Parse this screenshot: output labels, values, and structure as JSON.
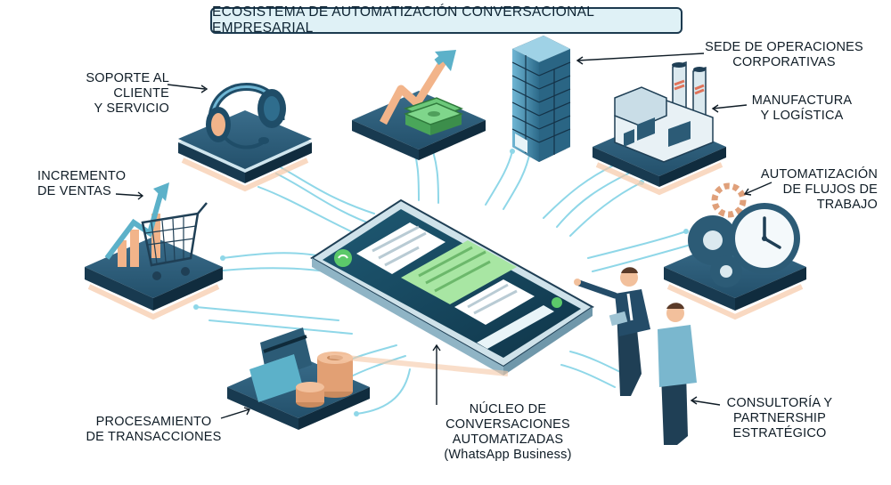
{
  "title": "ECOSISTEMA DE AUTOMATIZACIÓN CONVERSACIONAL EMPRESARIAL",
  "nodes": {
    "soporte": [
      "SOPORTE AL CLIENTE",
      "Y SERVICIO"
    ],
    "sede": [
      "SEDE DE OPERACIONES",
      "CORPORATIVAS"
    ],
    "manufactura": [
      "MANUFACTURA",
      "Y LOGÍSTICA"
    ],
    "ventas": [
      "INCREMENTO",
      "DE VENTAS"
    ],
    "flujos": [
      "AUTOMATIZACIÓN",
      "DE FLUJOS DE",
      "TRABAJO"
    ],
    "transacciones": [
      "PROCESAMIENTO",
      "DE TRANSACCIONES"
    ],
    "nucleo": [
      "NÚCLEO DE",
      "CONVERSACIONES",
      "AUTOMATIZADAS",
      "(WhatsApp Business)"
    ],
    "consultoria": [
      "CONSULTORÍA Y",
      "PARTNERSHIP",
      "ESTRATÉGICO"
    ]
  },
  "colors": {
    "platform": "#20455e",
    "platform_top": "#2f5f7c",
    "circuit": "#7fd3e6",
    "accent_green": "#5cc96a",
    "text": "#0f1c26"
  }
}
